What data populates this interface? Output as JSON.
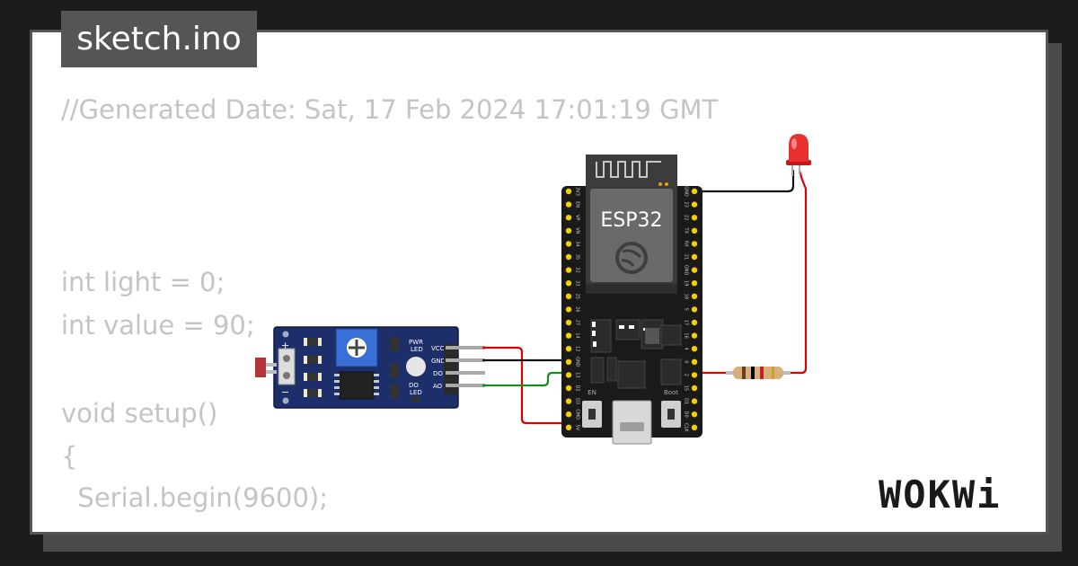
{
  "file": {
    "name": "sketch.ino"
  },
  "code_lines": [
    "//Generated Date: Sat, 17 Feb 2024 17:01:19 GMT",
    "int light = 0;",
    "int value = 90;",
    "void setup()",
    "{",
    "  Serial.begin(9600);"
  ],
  "board": {
    "label": "ESP32",
    "en_label": "EN",
    "boot_label": "Boot",
    "left_pins": [
      "3V3",
      "EN",
      "VP",
      "VN",
      "34",
      "35",
      "32",
      "33",
      "25",
      "26",
      "27",
      "14",
      "12",
      "GND",
      "13",
      "D2",
      "D3",
      "CMD",
      "5V"
    ],
    "right_pins": [
      "GND",
      "23",
      "22",
      "TX",
      "RX",
      "21",
      "GND",
      "19",
      "18",
      "5",
      "17",
      "16",
      "4",
      "0",
      "2",
      "15",
      "D1",
      "D0",
      "CLK"
    ]
  },
  "sensor": {
    "pins": [
      "VCC",
      "GND",
      "DO",
      "AO"
    ],
    "pwr_led": [
      "PWR",
      "LED"
    ],
    "do_led": [
      "DO",
      "LED"
    ],
    "plus": "+",
    "minus": "−"
  },
  "logo": {
    "text": "WOKWi"
  },
  "colors": {
    "wire_red": "#e00000",
    "wire_black": "#111111",
    "wire_green": "#1a8a1a",
    "board": "#1a1a1a",
    "pin_yellow": "#f4d000",
    "sensor_blue": "#1c2f6b",
    "led_red": "#e83030"
  }
}
